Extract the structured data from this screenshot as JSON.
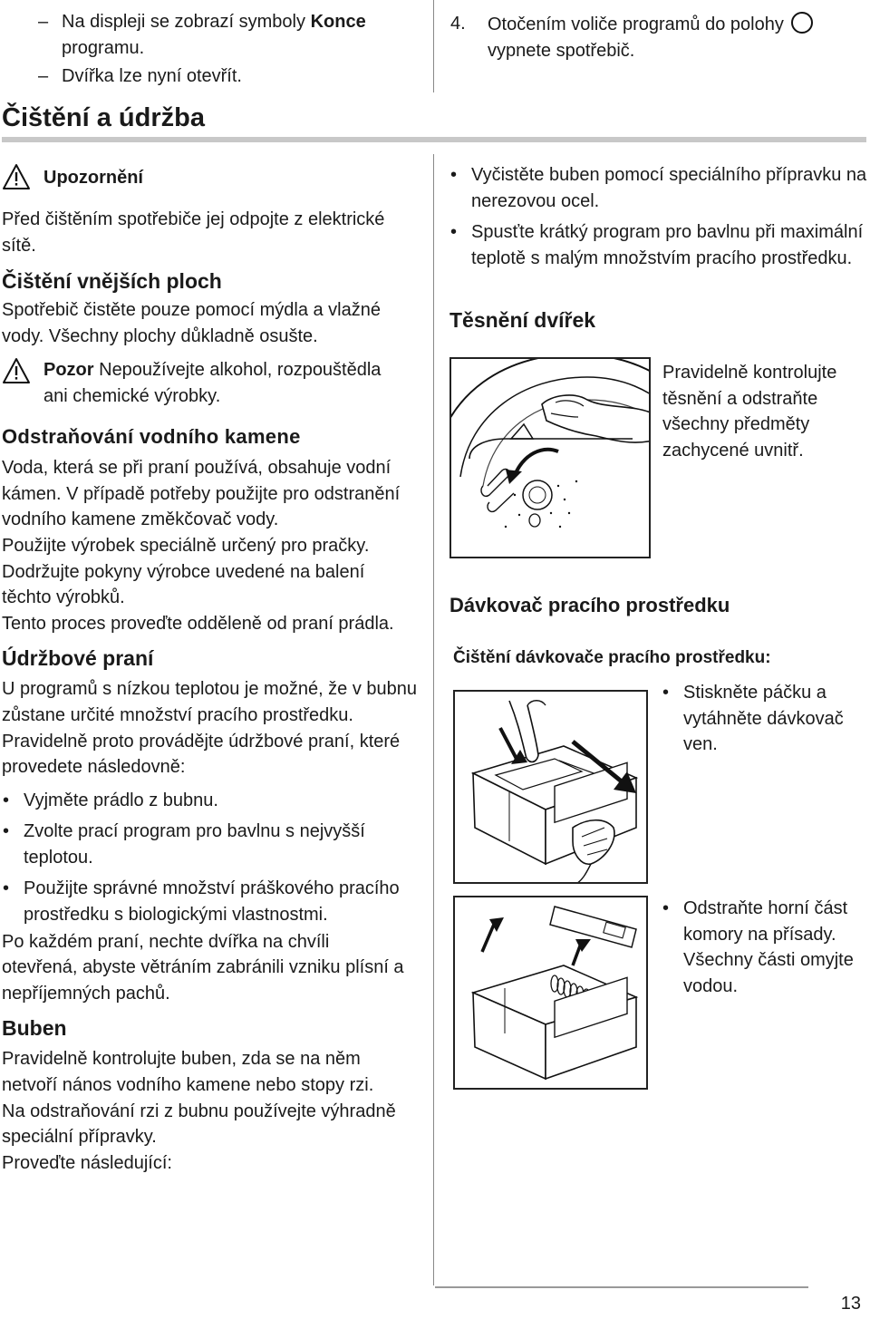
{
  "page_number": "13",
  "top_left": {
    "dash_items": [
      {
        "prefix": "Na displeji se zobrazí symboly ",
        "bold": "Konce",
        "suffix": " programu."
      },
      {
        "prefix": "Dvířka lze nyní otevřít.",
        "bold": "",
        "suffix": ""
      }
    ]
  },
  "top_right": {
    "step_number": "4.",
    "step_text": "Otočením voliče programů do polohy",
    "step_text_line2": "vypnete spotřebič."
  },
  "section_title": "Čištění a údržba",
  "warning": {
    "title": "Upozornění",
    "text": "Před čištěním spotřebiče jej odpojte z elek­trické sítě."
  },
  "exterior": {
    "title": "Čištění vnějších ploch",
    "text": "Spotřebič čistěte pouze pomocí mýdla a vla­žné vody. Všechny plochy důkladně osušte.",
    "caution_bold": "Pozor",
    "caution_text": " Nepoužívejte alkohol, rozpouštědla ani chemické výrobky."
  },
  "descaling": {
    "title": "Odstraňování vodního kamene",
    "para1": "Voda, která se při praní používá, obsahuje vodní kámen. V případě potřeby použijte pro odstranění vodního kamene změkčovač vo­dy.",
    "para2": "Použijte výrobek speciálně určený pro prač­ky. Dodržujte pokyny výrobce uvedené na balení těchto výrobků.",
    "para3": "Tento proces proveďte odděleně od praní prádla."
  },
  "maintenance": {
    "title": "Údržbové praní",
    "intro": "U programů s nízkou teplotou je možné, že v bubnu zůstane určité množství pracího prostředku. Pravidelně proto provádějte údržbové praní, které provedete následovně:",
    "bullets": [
      "Vyjměte prádlo z bubnu.",
      "Zvolte prací program pro bavlnu s nejvyšší teplotou.",
      "Použijte správné množství práškového pra­cího prostředku s biologickými vlastnostmi."
    ],
    "after": "Po každém praní, nechte dvířka na chvíli otevřená, abyste větráním zabránili vzniku plísní a nepříjemných pachů."
  },
  "drum": {
    "title": "Buben",
    "para1": "Pravidelně kontrolujte buben, zda se na něm netvoří nános vodního kamene nebo stopy rzi.",
    "para2": "Na odstraňování rzi z bubnu používejte vý­hradně speciální přípravky.",
    "para3": "Proveďte následující:",
    "bullets": [
      "Vyčistěte buben pomocí speciálního přípravku na nerezovou ocel.",
      "Spusťte krátký program pro bavlnu při ma­ximální teplotě s malým množstvím pracího prostředku."
    ]
  },
  "seal": {
    "title": "Těsnění dvířek",
    "text": "Pravidelně kontroluj­te těsnění a odstraň­te všechny předměty zachycené uvnitř."
  },
  "dispenser": {
    "title": "Dávkovač pracího prostředku",
    "subtitle": "Čištění dávkovače pracího prostředku:",
    "step1": "Stiskněte páčku a vytáhněte dávko­vač ven.",
    "step2_bullet": "Odstraňte horní část komory na přísady.",
    "step2_extra": "Všechny části omyjte vodou."
  },
  "icons": {
    "warning": "warning-triangle-icon",
    "off_position": "circle-off-icon"
  }
}
